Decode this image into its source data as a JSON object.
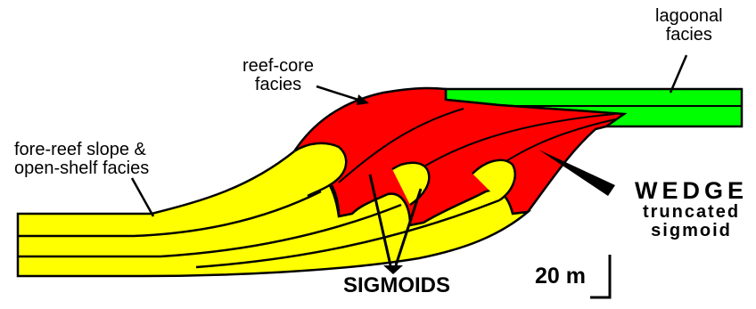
{
  "colors": {
    "fore_reef": "#ffff00",
    "reef_core": "#ff0000",
    "lagoonal": "#00ff00",
    "outline": "#000000",
    "background": "#ffffff"
  },
  "labels": {
    "lagoonal_line1": "lagoonal",
    "lagoonal_line2": "facies",
    "reef_core_line1": "reef-core",
    "reef_core_line2": "facies",
    "fore_reef_line1": "fore-reef slope &",
    "fore_reef_line2": "open-shelf facies",
    "wedge_title": "WEDGE",
    "wedge_sub1": "truncated",
    "wedge_sub2": "sigmoid",
    "sigmoids": "SIGMOIDS",
    "scale": "20 m"
  }
}
